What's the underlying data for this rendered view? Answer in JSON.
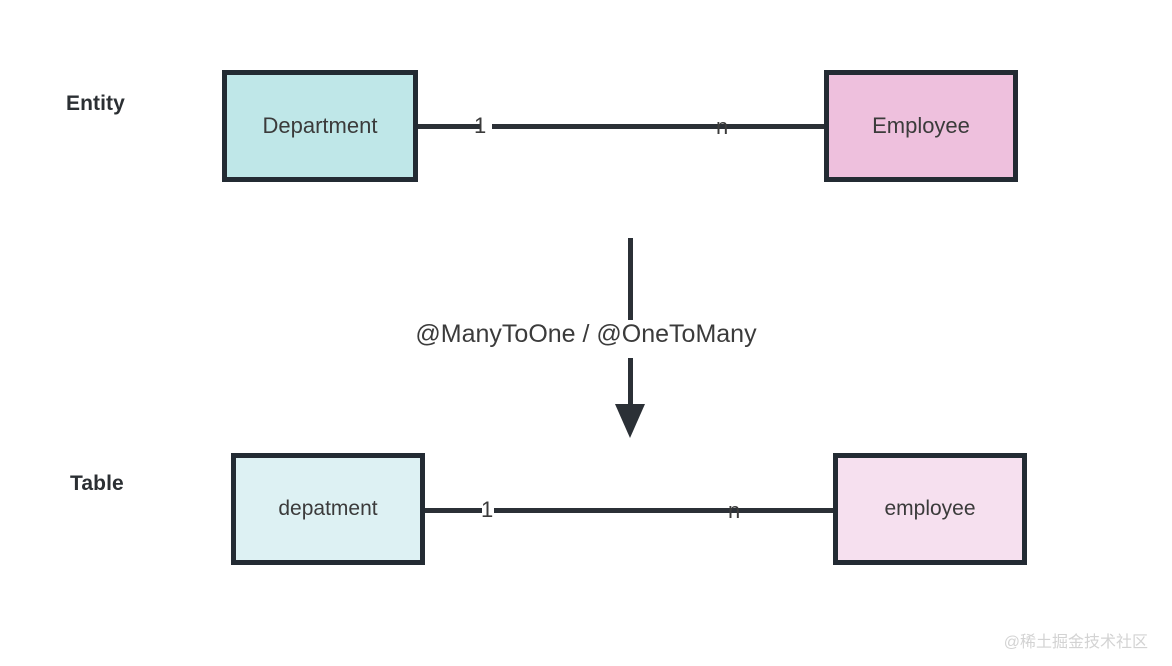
{
  "diagram": {
    "rows": {
      "entity_label": "Entity",
      "table_label": "Table"
    },
    "entity_row": {
      "left_node": "Department",
      "right_node": "Employee",
      "left_cardinality": "1",
      "right_cardinality": "n"
    },
    "table_row": {
      "left_node": "depatment",
      "right_node": "employee",
      "left_cardinality": "1",
      "right_cardinality": "n"
    },
    "mapping": {
      "annotation": "@ManyToOne / @OneToMany"
    },
    "watermark": "@稀土掘金技术社区",
    "colors": {
      "stroke": "#232b33",
      "entity_left_fill": "#bfe7e8",
      "entity_right_fill": "#eec0dd",
      "table_left_fill": "#ddf1f3",
      "table_right_fill": "#f6e0ef",
      "text": "#3b3b3b",
      "label_text": "#2b2f33",
      "watermark_text": "#d3d3d3",
      "background": "#ffffff"
    }
  }
}
